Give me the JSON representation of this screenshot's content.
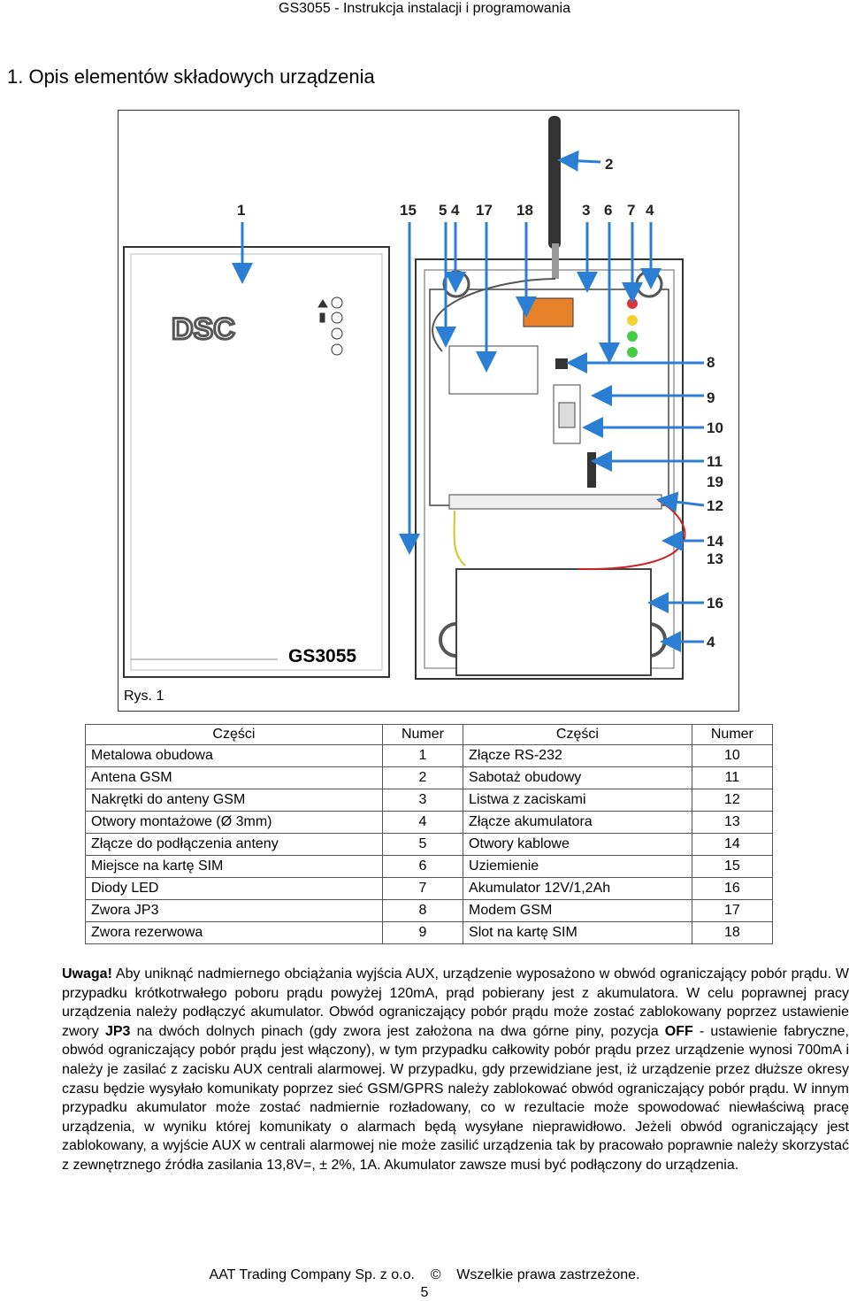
{
  "header": {
    "title": "GS3055 - Instrukcja instalacji i programowania"
  },
  "section": {
    "title": "1. Opis elementów składowych urządzenia"
  },
  "figure": {
    "logo": "DSC",
    "model": "GS3055",
    "caption": "Rys. 1",
    "callouts": [
      "1",
      "15",
      "5",
      "4",
      "17",
      "18",
      "3",
      "6",
      "7",
      "4",
      "2",
      "8",
      "9",
      "10",
      "11",
      "19",
      "12",
      "14",
      "13",
      "16",
      "4"
    ]
  },
  "table": {
    "headers": [
      "Części",
      "Numer",
      "Części",
      "Numer"
    ],
    "rows": [
      [
        "Metalowa obudowa",
        "1",
        "Złącze RS-232",
        "10"
      ],
      [
        "Antena GSM",
        "2",
        "Sabotaż obudowy",
        "11"
      ],
      [
        "Nakrętki do anteny GSM",
        "3",
        "Listwa z zaciskami",
        "12"
      ],
      [
        "Otwory montażowe (Ø 3mm)",
        "4",
        "Złącze akumulatora",
        "13"
      ],
      [
        "Złącze do podłączenia anteny",
        "5",
        "Otwory kablowe",
        "14"
      ],
      [
        "Miejsce na kartę SIM",
        "6",
        "Uziemienie",
        "15"
      ],
      [
        "Diody LED",
        "7",
        "Akumulator 12V/1,2Ah",
        "16"
      ],
      [
        "Zwora JP3",
        "8",
        "Modem GSM",
        "17"
      ],
      [
        "Zwora rezerwowa",
        "9",
        "Slot na kartę SIM",
        "18"
      ]
    ]
  },
  "note": {
    "label": "Uwaga!",
    "p1": " Aby uniknąć nadmiernego obciążania wyjścia AUX, urządzenie wyposażono w obwód ograniczający pobór prądu. W przypadku krótkotrwałego poboru prądu powyżej 120mA, prąd pobierany jest z akumulatora. W celu poprawnej pracy urządzenia należy podłączyć akumulator. Obwód ograniczający pobór prądu może zostać zablokowany poprzez ustawienie zwory ",
    "jp3": "JP3",
    "p2": " na dwóch dolnych pinach (gdy zwora jest założona na dwa górne piny, pozycja ",
    "off": "OFF",
    "p3": " - ustawienie fabryczne, obwód ograniczający pobór prądu jest włączony), w tym przypadku całkowity pobór prądu przez urządzenie wynosi 700mA i należy je zasilać z zacisku AUX centrali alarmowej. W przypadku, gdy przewidziane jest, iż urządzenie przez dłuższe okresy czasu będzie wysyłało komunikaty poprzez sieć GSM/GPRS należy zablokować obwód ograniczający pobór prądu. W innym przypadku akumulator może zostać nadmiernie rozładowany, co w rezultacie może spowodować niewłaściwą pracę urządzenia, w wyniku której komunikaty o alarmach będą wysyłane nieprawidłowo. Jeżeli obwód ograniczający jest zablokowany, a wyjście AUX w centrali alarmowej nie może zasilić urządzenia tak by pracowało poprawnie należy skorzystać z zewnętrznego źródła zasilania 13,8V=, ± 2%, 1A. Akumulator zawsze musi być podłączony do urządzenia."
  },
  "footer": {
    "company": "AAT Trading Company Sp. z o.o.",
    "copyright": "©",
    "rights": "Wszelkie prawa zastrzeżone.",
    "page": "5"
  }
}
